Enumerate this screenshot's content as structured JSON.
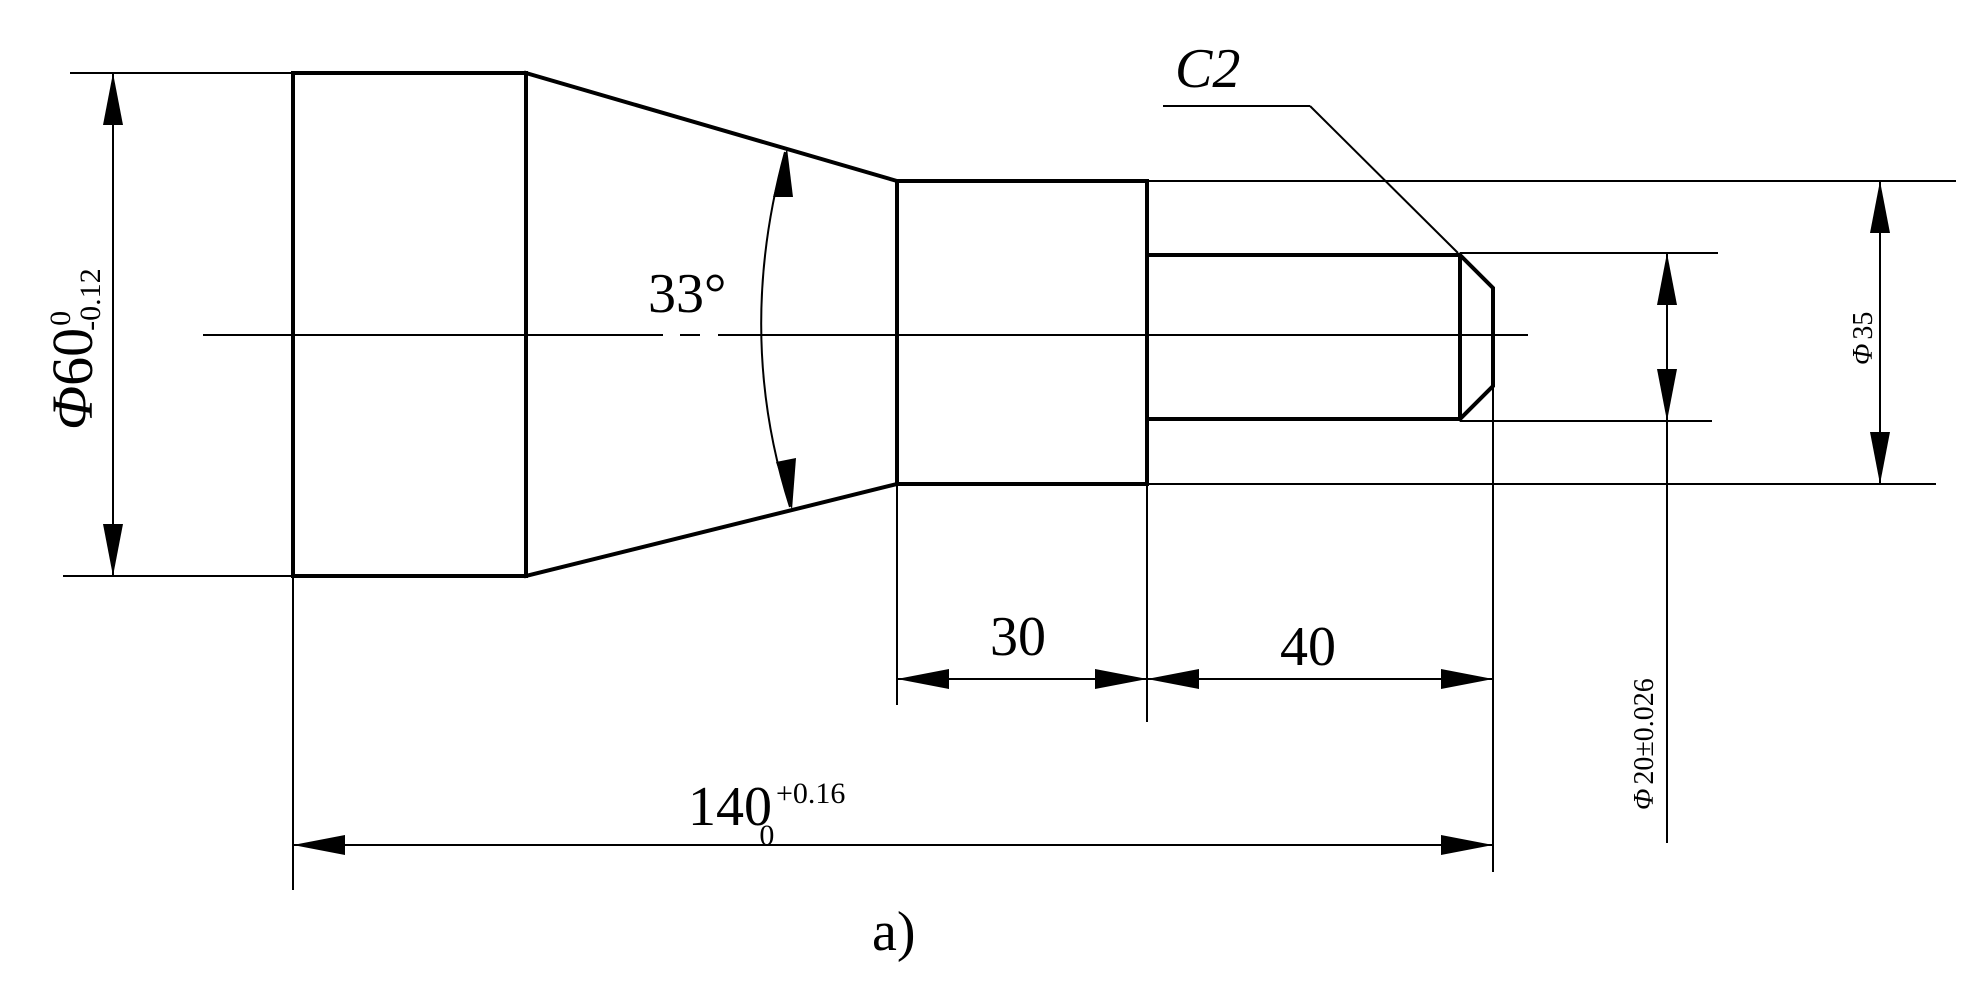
{
  "figure": {
    "caption": "a)",
    "chamfer_label": "C2",
    "angle_label": "33°",
    "dim_30": "30",
    "dim_40": "40",
    "dim_140": {
      "value": "140",
      "upper": "+0.16",
      "lower": "0"
    },
    "dim_phi60": {
      "symbol": "Φ",
      "value": "60",
      "upper": "0",
      "lower": "-0.12"
    },
    "dim_phi35": {
      "symbol": "Φ",
      "value": "35"
    },
    "dim_phi20": {
      "symbol": "Φ",
      "value": "20±0.026"
    }
  }
}
